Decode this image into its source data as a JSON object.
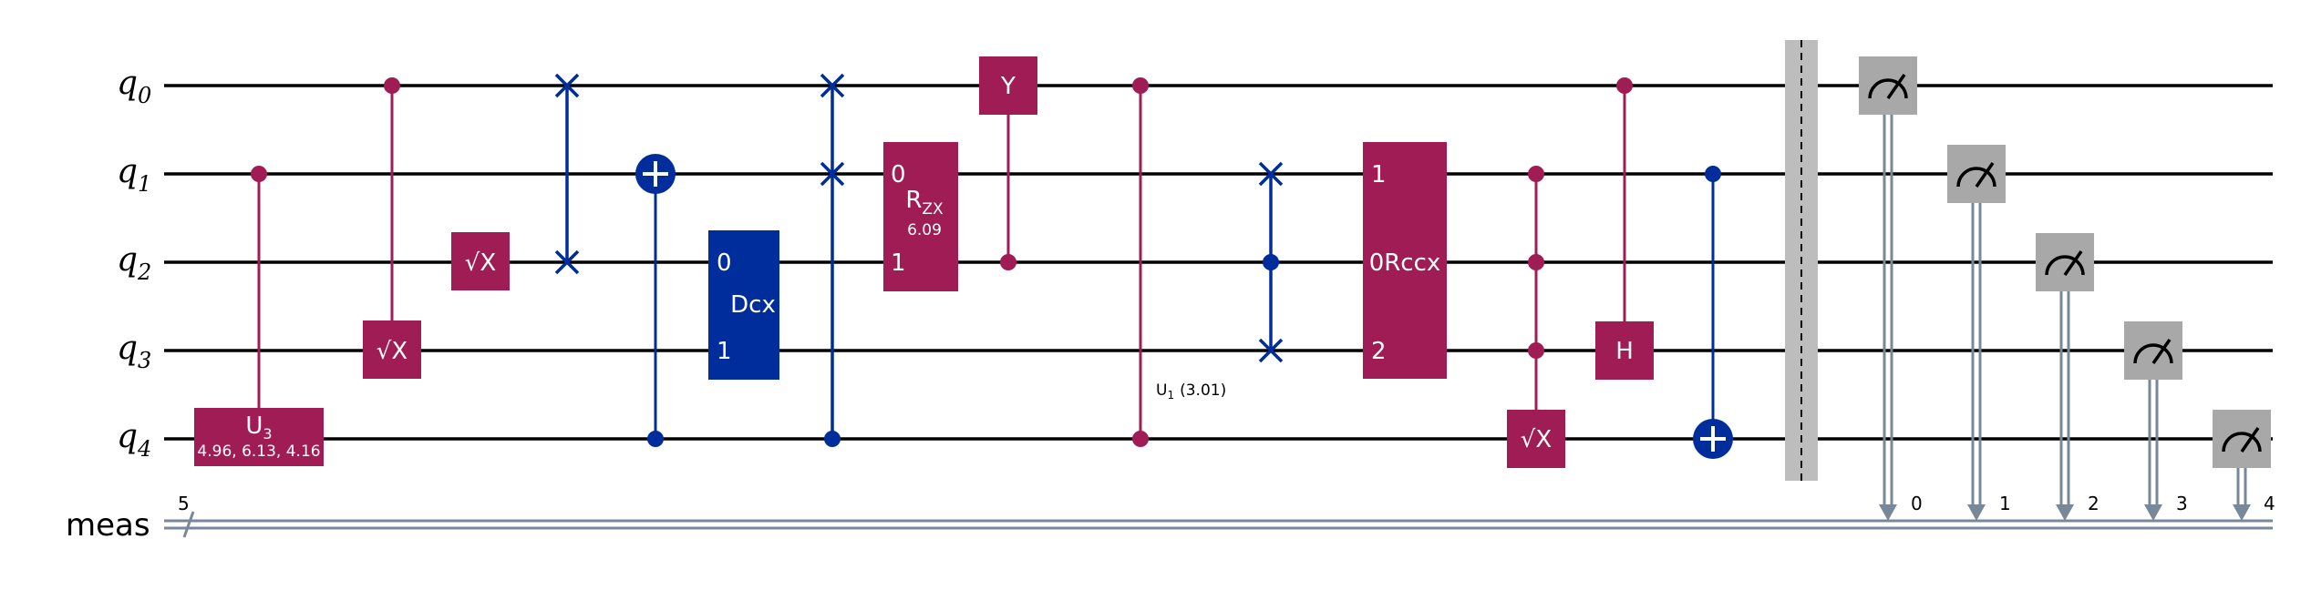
{
  "colors": {
    "magenta": "#9F1C54",
    "blue": "#002D9C",
    "gray": "#A8A8A8",
    "classical": "#778899",
    "wire": "#000000",
    "barrier": "#BDBDBD"
  },
  "wires": {
    "qubits": [
      {
        "letter": "q",
        "index": "0"
      },
      {
        "letter": "q",
        "index": "1"
      },
      {
        "letter": "q",
        "index": "2"
      },
      {
        "letter": "q",
        "index": "3"
      },
      {
        "letter": "q",
        "index": "4"
      }
    ],
    "classical": {
      "label": "meas",
      "size": "5"
    }
  },
  "gates": {
    "u3": {
      "label": "U",
      "sub": "3",
      "params": "4.96, 6.13, 4.16"
    },
    "sx_q3": {
      "label": "√X"
    },
    "sx_q2": {
      "label": "√X"
    },
    "dcx": {
      "label": "Dcx",
      "port0": "0",
      "port1": "1"
    },
    "rzx": {
      "label": "R",
      "sub": "ZX",
      "param": "6.09",
      "port0": "0",
      "port1": "1"
    },
    "y": {
      "label": "Y"
    },
    "cu1": {
      "label": "U",
      "sub": "1",
      "param": "(3.01)"
    },
    "rccx": {
      "label": "0Rccx",
      "port1": "1",
      "port2": "2"
    },
    "sx_q4": {
      "label": "√X"
    },
    "h": {
      "label": "H"
    }
  },
  "measure_bits": [
    "0",
    "1",
    "2",
    "3",
    "4"
  ],
  "icons": [
    "meter-icon",
    "target-icon",
    "swap-icon",
    "control-dot-icon"
  ]
}
